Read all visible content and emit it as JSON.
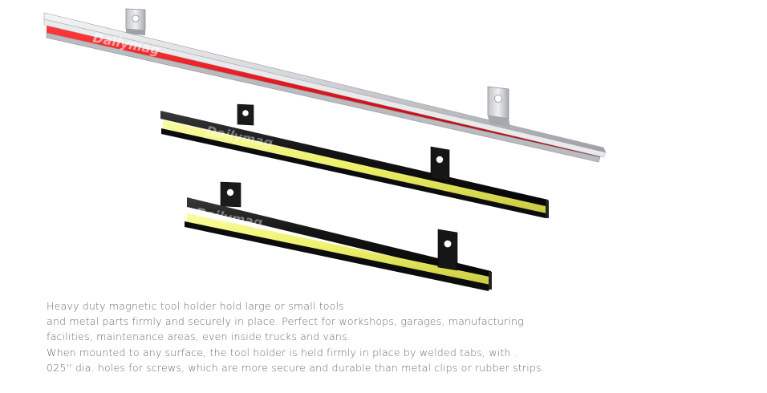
{
  "product": {
    "watermark": "Dailymag",
    "colors": {
      "background": "#ffffff",
      "steel_light": "#e6e7e9",
      "steel_mid": "#c4c6ca",
      "steel_dark": "#8d9095",
      "red_strip": "#e0141c",
      "black_bar": "#141414",
      "yellow_strip": "#eef06a",
      "text": "#6a6a6a"
    },
    "items": [
      {
        "name": "long steel magnetic bar",
        "finish": "stainless steel with red insert"
      },
      {
        "name": "medium black magnetic bar",
        "finish": "black with yellow insert"
      },
      {
        "name": "short black magnetic bar",
        "finish": "black with yellow insert"
      }
    ]
  },
  "description": {
    "lines": [
      "Heavy duty magnetic tool holder hold large or small tools",
      "and metal parts firmly and securely in place. Perfect for workshops, garages, manufacturing",
      "facilities, maintenance areas, even inside trucks and vans.",
      "When mounted to any surface, the tool holder is held firmly in place by welded tabs, with .",
      "025'' dia. holes for screws, which are more secure and durable than metal clips or rubber strips."
    ]
  }
}
